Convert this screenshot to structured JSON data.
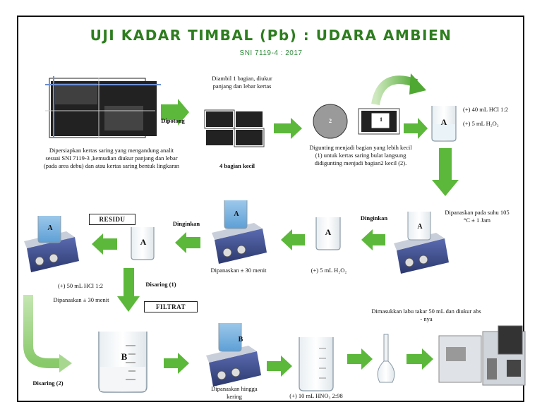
{
  "title": "UJI KADAR TIMBAL (Pb) : UDARA AMBIEN",
  "subtitle": "SNI 7119-4 : 2017",
  "colors": {
    "title": "#2e7d1f",
    "arrow": "#5cb83a",
    "arrow_light": "#a9d890",
    "hotplate": "#3a4a8a"
  },
  "steps": {
    "prepare": "Dipersiapkan kertas saring yang mengandung analit sesuai SNI 7119-3 ,kemudian diukur panjang dan lebar (pada area debu) dan atau kertas saring bentuk lingkaran",
    "cut_label": "Dipotong",
    "take_one": "Diambil 1 bagian, diukur panjang dan lebar kertas",
    "four_parts": "4 bagian kecil",
    "circle_two": "2",
    "part_one": "1",
    "cut_small": "Digunting menjadi bagian yang lebih kecil (1) untuk kertas saring bulat langsung didigunting menjadi bagian2 kecil (2).",
    "add_hcl_hno3_line1": "(+) 40 mL HCl 1:2",
    "add_hcl_hno3_line2": "(+) 5 mL H₂O₂",
    "heat_105": "Dipanaskan pada suhu 105 °C ± 1 Jam",
    "cool_1": "Dinginkan",
    "add_h2o2": "(+) 5 mL H₂O₂",
    "heat_30": "Dipanaskan ± 30 menit",
    "cool_2": "Dinginkan",
    "residu": "RESIDU",
    "filter_1": "Disaring (1)",
    "filtrat": "FILTRAT",
    "add_hcl_50": "(+) 50 mL HCl 1:2",
    "heat_30b": "Dipanaskan ± 30 menit",
    "filter_2": "Disaring (2)",
    "beaker_b": "B",
    "hotplate_b": "B",
    "heat_dry": "Dipanaskan hingga kering",
    "add_hno3": "(+) 10 mL HNO₃ 2:98",
    "flask_abs": "Dimasukkan labu takar 50 mL dan diukur abs - nya",
    "beaker_a": "A"
  }
}
